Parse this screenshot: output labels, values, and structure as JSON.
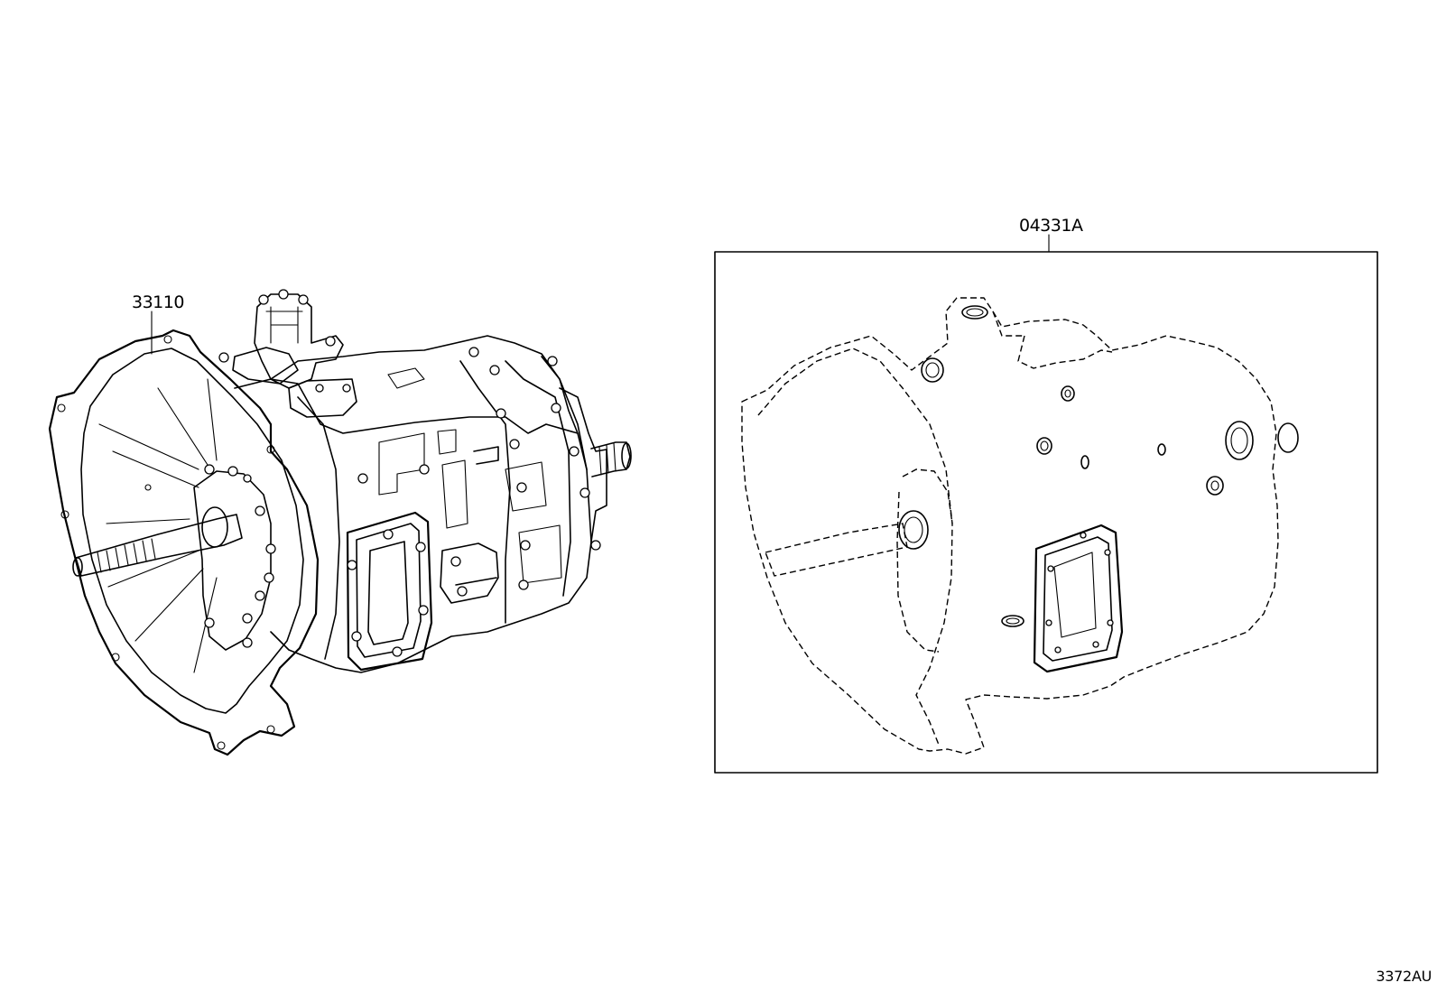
{
  "labels": {
    "transmission_assembly": "33110",
    "gasket_kit": "04331A"
  },
  "figure_code": "3372AU",
  "colors": {
    "line": "#000000",
    "background": "#ffffff"
  }
}
